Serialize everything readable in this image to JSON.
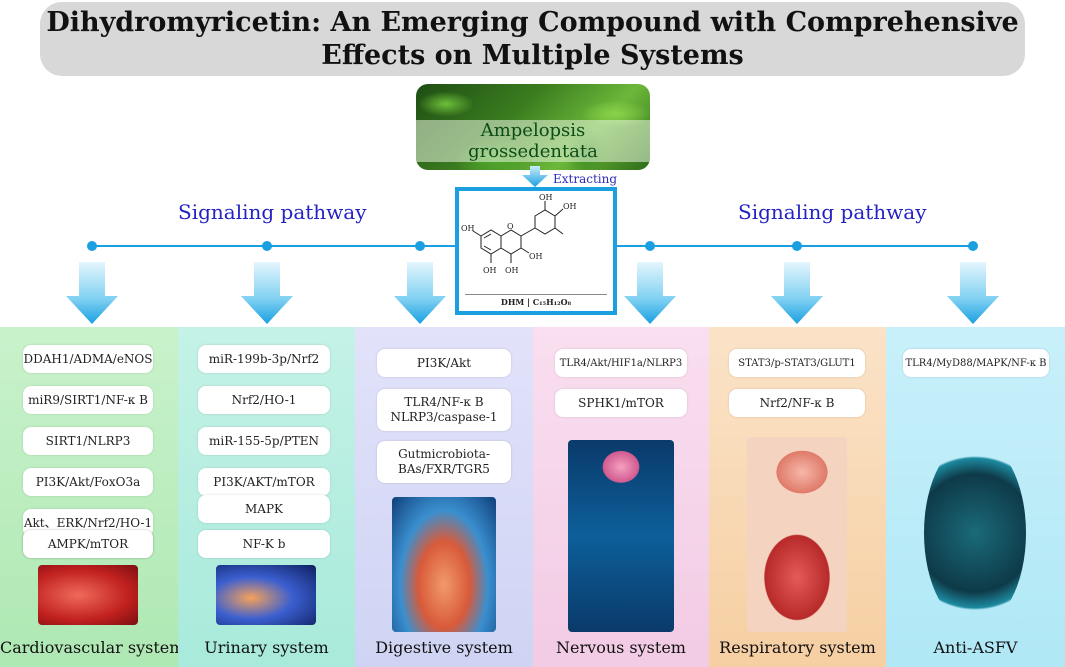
{
  "title": {
    "line1": "Dihydromyricetin: An Emerging Compound with Comprehensive",
    "line2": "Effects on Multiple Systems"
  },
  "plant": {
    "label": "Ampelopsis grossedentata"
  },
  "extract_label": "Extracting",
  "signaling": {
    "left": "Signaling pathway",
    "right": "Signaling pathway"
  },
  "molecule": {
    "caption": "DHM | C₁₅H₁₂O₈",
    "oh_labels": [
      "OH",
      "OH",
      "OH",
      "OH",
      "OH",
      "OH"
    ],
    "o_label": "O"
  },
  "systems": [
    {
      "name": "Cardiovascular system",
      "pathways": [
        "DDAH1/ADMA/eNOS",
        "miR9/SIRT1/NF-κ B",
        "SIRT1/NLRP3",
        "PI3K/Akt/FoxO3a",
        "Akt、ERK/Nrf2/HO-1",
        "AMPK/mTOR"
      ]
    },
    {
      "name": "Urinary system",
      "pathways": [
        "miR-199b-3p/Nrf2",
        "Nrf2/HO-1",
        "miR-155-5p/PTEN",
        "PI3K/AKT/mTOR",
        "MAPK",
        "NF-K b"
      ]
    },
    {
      "name": "Digestive system",
      "pathways": [
        "PI3K/Akt",
        "TLR4/NF-κ B\nNLRP3/caspase-1",
        "Gutmicrobiota-\nBAs/FXR/TGR5"
      ]
    },
    {
      "name": "Nervous system",
      "pathways": [
        "TLR4/Akt/HIF1a/NLRP3",
        "SPHK1/mTOR"
      ]
    },
    {
      "name": "Respiratory system",
      "pathways": [
        "STAT3/p-STAT3/GLUT1",
        "Nrf2/NF-κ B"
      ]
    },
    {
      "name": "Anti-ASFV",
      "pathways": [
        "TLR4/MyD88/MAPK/NF-κ B"
      ]
    }
  ],
  "colors": {
    "title_bg": "#d8d8d8",
    "line": "#1aa0e0",
    "signal_text": "#2323c4",
    "panel_cardio": "#bfeec2",
    "panel_urinary": "#b8eee2",
    "panel_digestive": "#dcdcf8",
    "panel_nervous": "#f6d8ea",
    "panel_respiratory": "#f8dcc0",
    "panel_asfv": "#c4eef8"
  }
}
